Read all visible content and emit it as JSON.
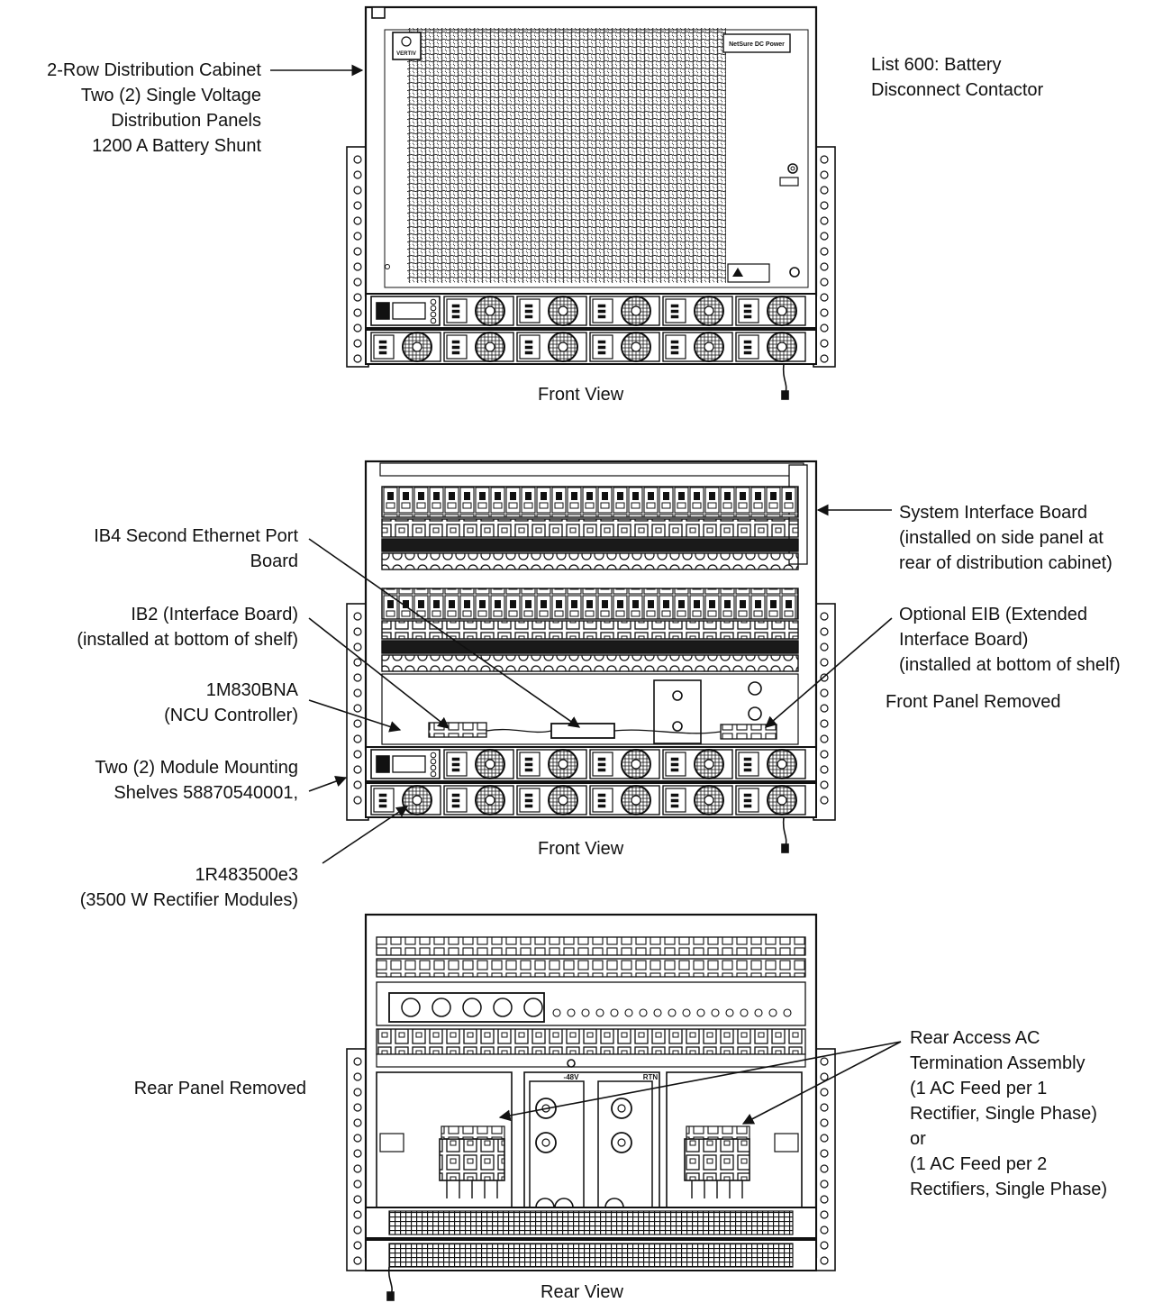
{
  "front_view_1": {
    "caption": "Front View",
    "callout_left": [
      "2-Row Distribution Cabinet",
      "Two (2) Single Voltage",
      "Distribution Panels",
      "1200 A Battery Shunt"
    ],
    "callout_right": [
      "List 600:  Battery",
      "Disconnect Contactor"
    ],
    "panel_badge": "NetSure DC Power",
    "logo_text": "VERTIV"
  },
  "front_view_2": {
    "caption": "Front View",
    "side_note": "Front Panel Removed",
    "callout_ib4": [
      "IB4 Second Ethernet Port",
      "Board"
    ],
    "callout_ib2": [
      "IB2 (Interface Board)",
      "(installed at bottom of shelf)"
    ],
    "callout_ncu": [
      "1M830BNA",
      "(NCU Controller)"
    ],
    "callout_shelves": [
      "Two (2) Module Mounting",
      "Shelves 58870540001,"
    ],
    "callout_rectifier": [
      "1R483500e3",
      "(3500 W Rectifier Modules)"
    ],
    "callout_sib": [
      "System Interface Board",
      "(installed on side panel at",
      "rear of distribution cabinet)"
    ],
    "callout_eib": [
      "Optional EIB (Extended",
      "Interface Board)",
      "(installed at bottom of shelf)"
    ]
  },
  "rear_view": {
    "caption": "Rear View",
    "side_note": "Rear Panel Removed",
    "callout_ac": [
      "Rear Access AC",
      "Termination Assembly",
      "(1 AC Feed per 1",
      "Rectifier, Single Phase)",
      "or",
      "(1 AC Feed per 2",
      "Rectifiers, Single Phase)"
    ],
    "busbar_label_neg": "-48V",
    "busbar_label_rtn": "RTN"
  },
  "colors": {
    "line": "#111111",
    "fill": "#ffffff",
    "dark": "#1a1a1a"
  }
}
